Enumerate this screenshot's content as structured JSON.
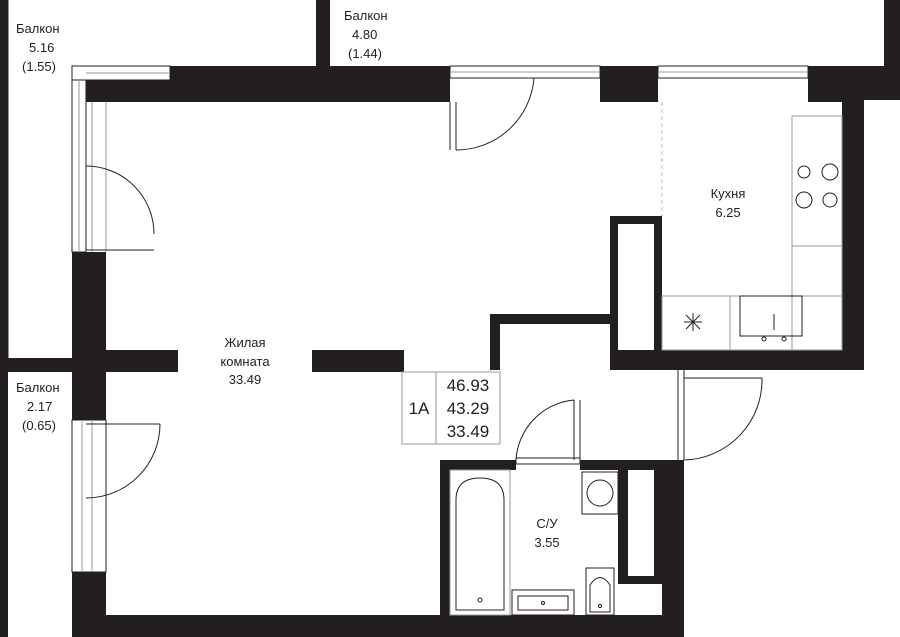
{
  "rooms": {
    "balcony_left_top": {
      "name": "Балкон",
      "area": "5.16",
      "area_coef": "(1.55)"
    },
    "balcony_top": {
      "name": "Балкон",
      "area": "4.80",
      "area_coef": "(1.44)"
    },
    "balcony_left_bottom": {
      "name": "Балкон",
      "area": "2.17",
      "area_coef": "(0.65)"
    },
    "living_room": {
      "name_line1": "Жилая",
      "name_line2": "комната",
      "area": "33.49"
    },
    "kitchen": {
      "name": "Кухня",
      "area": "6.25"
    },
    "bathroom": {
      "name": "С/У",
      "area": "3.55"
    }
  },
  "summary": {
    "apartment_type": "1А",
    "total_area": "46.93",
    "area_without_balconies": "43.29",
    "living_area": "33.49"
  }
}
